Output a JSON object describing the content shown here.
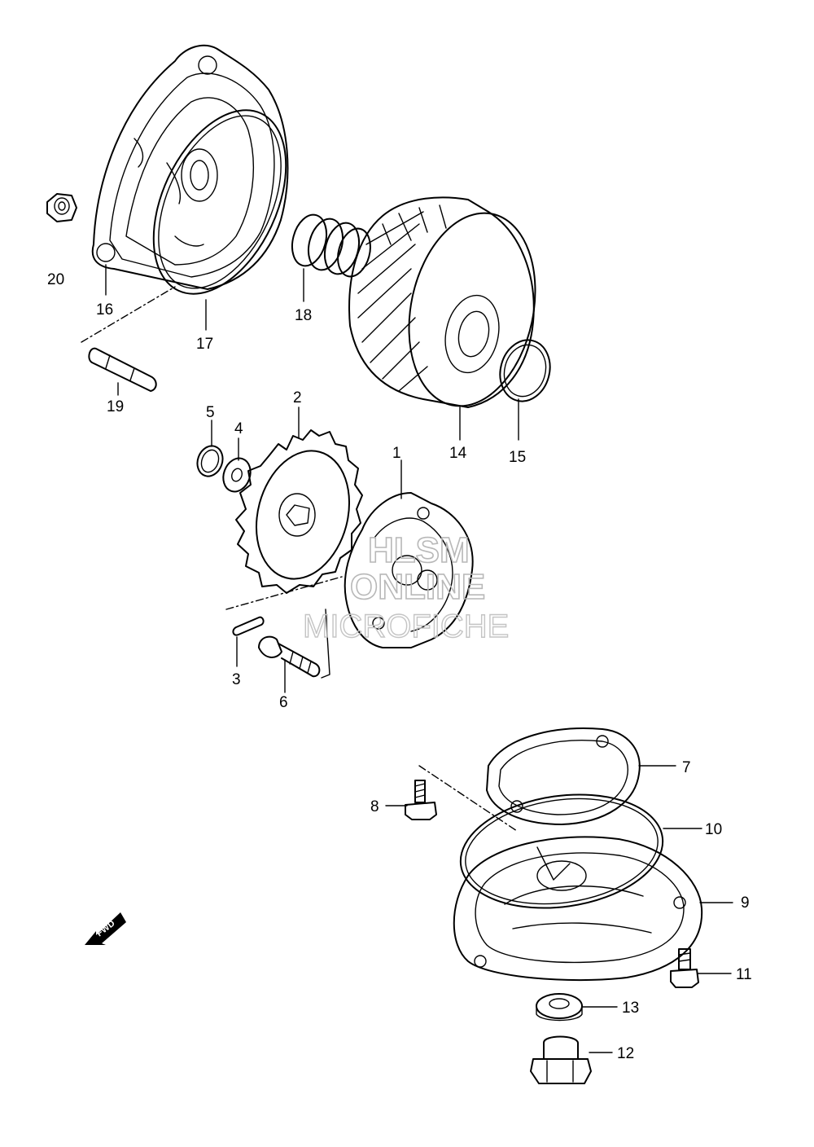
{
  "labels": {
    "p1": "1",
    "p2": "2",
    "p3": "3",
    "p4": "4",
    "p5": "5",
    "p6": "6",
    "p7": "7",
    "p8": "8",
    "p9": "9",
    "p10": "10",
    "p11": "11",
    "p12": "12",
    "p13": "13",
    "p14": "14",
    "p15": "15",
    "p16": "16",
    "p17": "17",
    "p18": "18",
    "p19": "19",
    "p20": "20"
  },
  "watermark": {
    "line1": "HLSM",
    "line2": "ONLINE",
    "line3": "MICROFICHE"
  },
  "direction": {
    "fwd": "FWD"
  },
  "colors": {
    "ink": "#000000",
    "watermark": "#b8b8b8",
    "paper": "#ffffff"
  }
}
